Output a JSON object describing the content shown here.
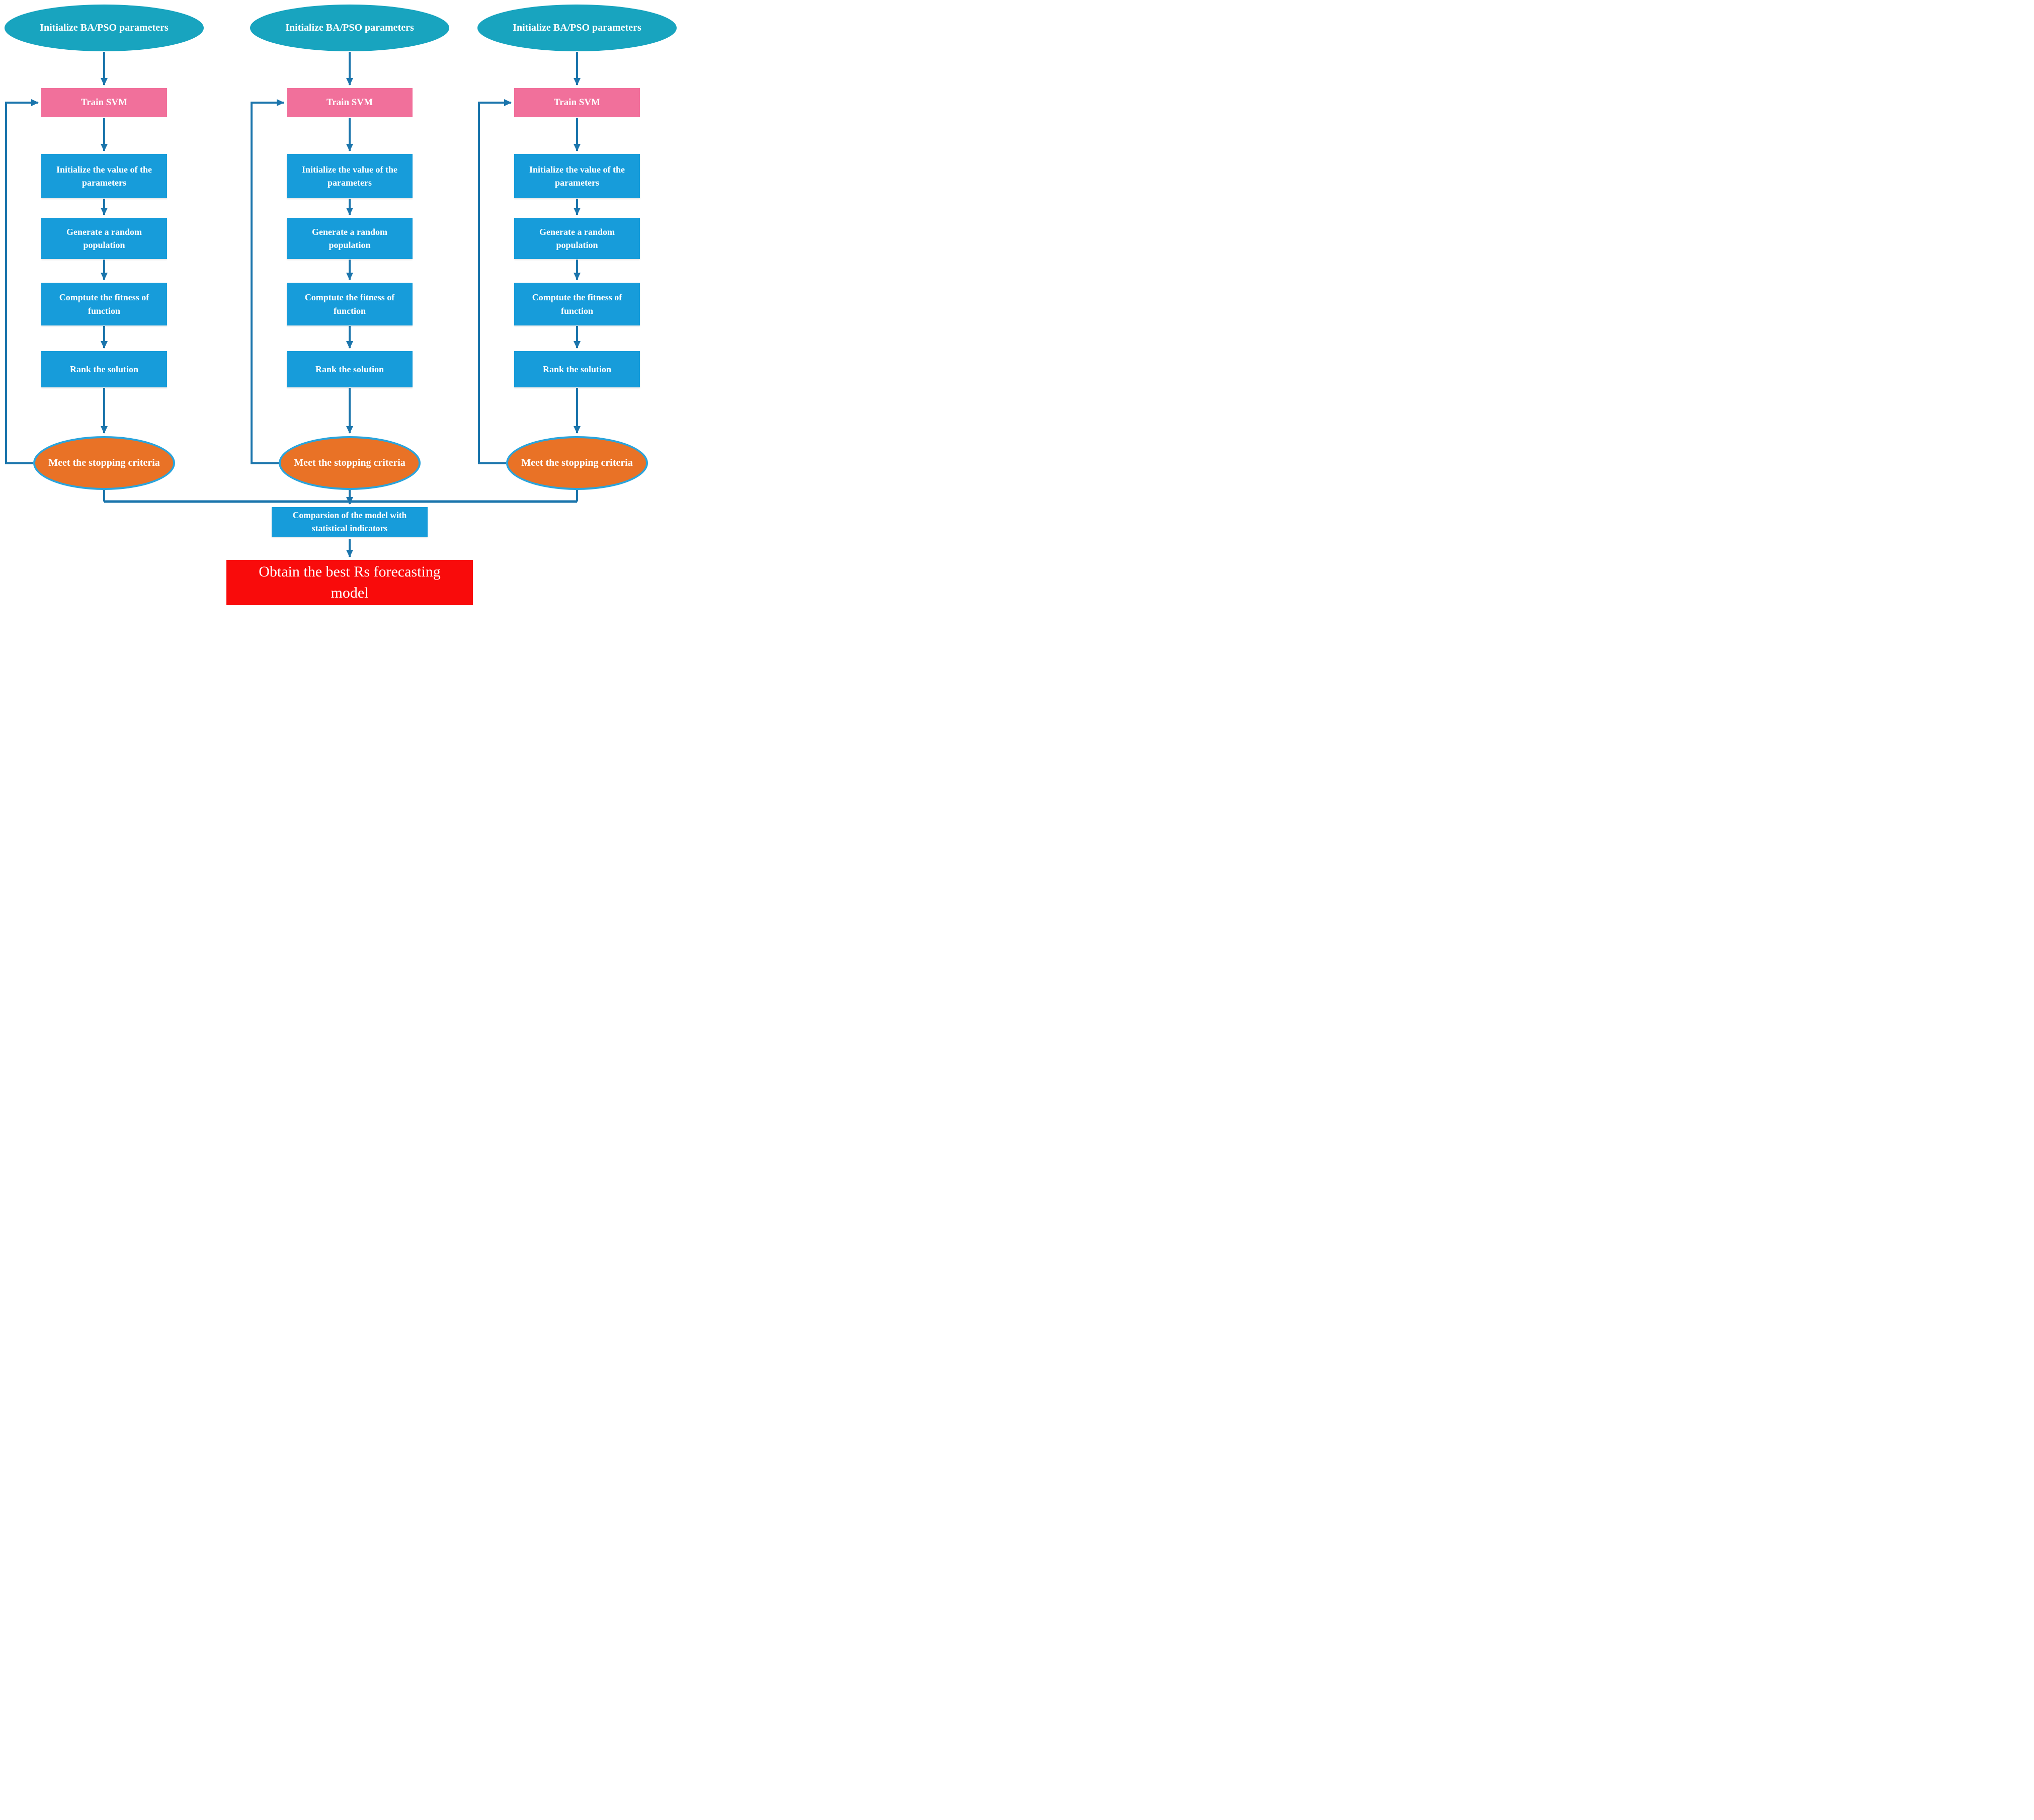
{
  "palette": {
    "teal_ellipse": "#18A4BF",
    "pink_box": "#F1709B",
    "blue_box": "#179CDA",
    "orange_ellipse": "#E97226",
    "orange_ellipse_border": "#2AA4DC",
    "red_box": "#F90B0B",
    "connector_blue": "#1B75AC",
    "text": "#FFFFFF"
  },
  "flow": {
    "steps": {
      "start": "Initialize BA/PSO parameters",
      "train": "Train SVM",
      "init_values": "Initialize the value of the\nparameters",
      "generate": "Generate a random\npopulation",
      "fitness": "Comptute the fitness of\nfunction",
      "rank": "Rank the solution",
      "stop": "Meet the stopping criteria"
    },
    "merge": {
      "comparison": "Comparsion of the model with\nstatistical indicators",
      "final": "Obtain the best Rs forecasting\nmodel"
    }
  }
}
